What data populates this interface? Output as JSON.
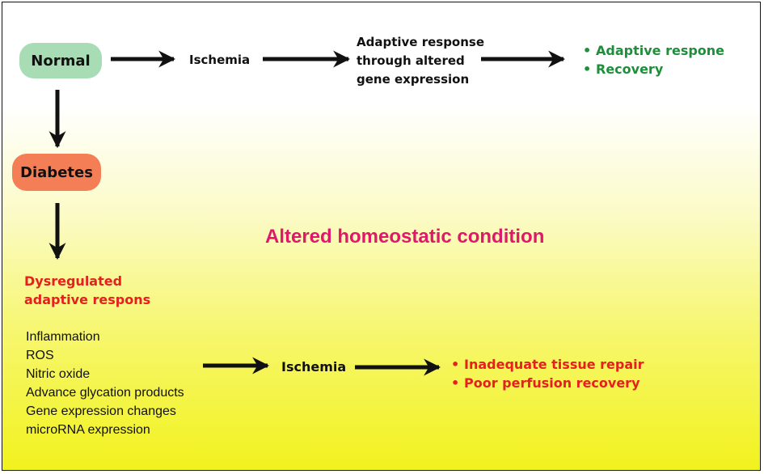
{
  "nodes": {
    "normal": "Normal",
    "diabetes": "Diabetes",
    "ischemia_top": "Ischemia",
    "adaptive_lines": [
      "Adaptive response",
      "through altered",
      "gene expression"
    ],
    "outcomes_top": [
      "Adaptive respone",
      "Recovery"
    ],
    "center_title": "Altered homeostatic condition",
    "dysregulated_lines": [
      "Dysregulated",
      "adaptive respons"
    ],
    "factors": [
      "Inflammation",
      "ROS",
      "Nitric oxide",
      "Advance glycation products",
      "Gene expression changes",
      "microRNA expression"
    ],
    "ischemia_bottom": "Ischemia",
    "outcomes_bottom": [
      "Inadequate tissue repair",
      "Poor perfusion recovery"
    ]
  },
  "colors": {
    "normal_fill": "#a8dcb4",
    "diabetes_fill": "#f47e55",
    "good_outcome": "#1e8e3a",
    "bad_outcome": "#e5201e",
    "center_title": "#e0186c"
  }
}
